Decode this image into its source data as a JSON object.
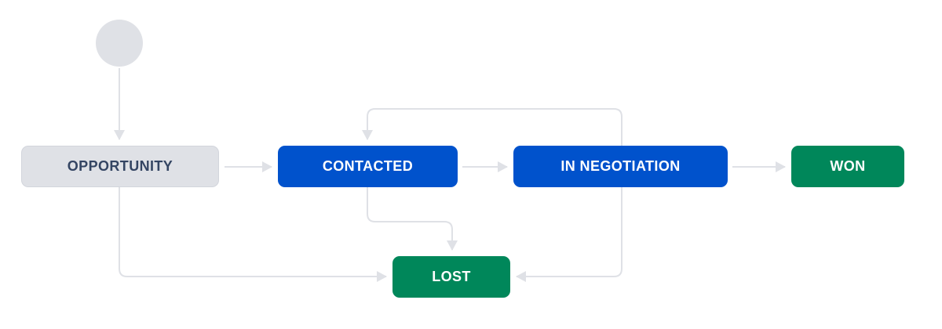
{
  "diagram": {
    "type": "workflow-state-diagram",
    "colors": {
      "status_blue": "#0052CC",
      "status_green": "#00875A",
      "status_gray": "#DFE1E6",
      "gray_node_text": "#344563",
      "light_node_text": "#FFFFFF",
      "edge": "#DFE1E6",
      "background": "#FFFFFF"
    },
    "start_node": {
      "id": "start",
      "shape": "circle"
    },
    "nodes": [
      {
        "id": "opportunity",
        "label": "OPPORTUNITY",
        "style": "gray"
      },
      {
        "id": "contacted",
        "label": "CONTACTED",
        "style": "blue"
      },
      {
        "id": "in_negotiation",
        "label": "IN NEGOTIATION",
        "style": "blue"
      },
      {
        "id": "won",
        "label": "WON",
        "style": "green"
      },
      {
        "id": "lost",
        "label": "LOST",
        "style": "green"
      }
    ],
    "edges": [
      {
        "from": "start",
        "to": "opportunity"
      },
      {
        "from": "opportunity",
        "to": "contacted"
      },
      {
        "from": "contacted",
        "to": "in_negotiation"
      },
      {
        "from": "in_negotiation",
        "to": "contacted"
      },
      {
        "from": "in_negotiation",
        "to": "won"
      },
      {
        "from": "contacted",
        "to": "lost"
      },
      {
        "from": "opportunity",
        "to": "lost"
      },
      {
        "from": "in_negotiation",
        "to": "lost"
      }
    ]
  }
}
